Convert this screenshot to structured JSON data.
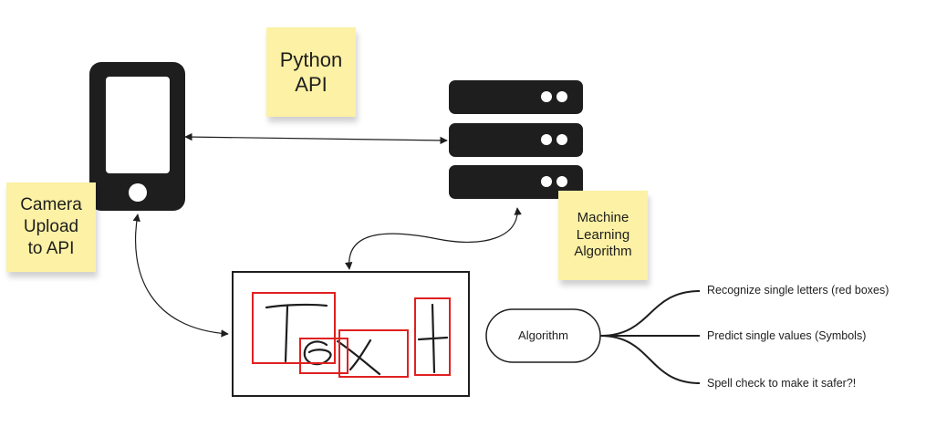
{
  "notes": {
    "python_api": [
      "Python",
      "API"
    ],
    "camera_upload": [
      "Camera",
      "Upload",
      "to API"
    ],
    "machine_learning": [
      "Machine",
      "Learning",
      "Algorithm"
    ]
  },
  "mindmap": {
    "root": "Algorithm",
    "branches": [
      "Recognize single letters (red boxes)",
      "Predict single values (Symbols)",
      "Spell check to make it safer?!"
    ]
  },
  "handwriting": {
    "word": "Text"
  },
  "colors": {
    "device": "#1e1e1e",
    "sticky": "#fcf1a4",
    "letter_box": "#e02020",
    "ink": "#1e1e1e"
  },
  "icons": [
    "smartphone-icon",
    "server-icon"
  ]
}
